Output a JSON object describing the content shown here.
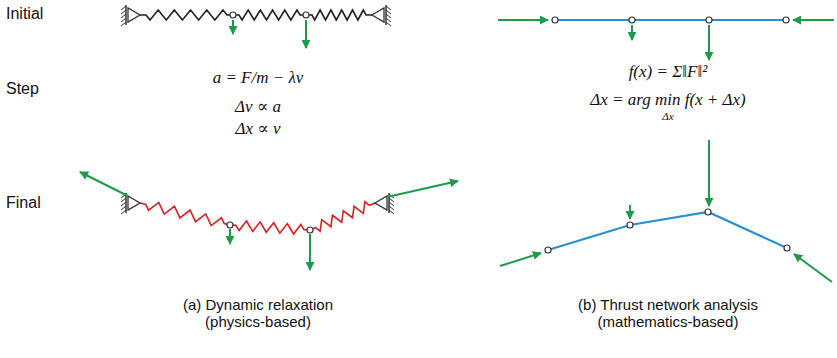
{
  "diagram": {
    "labels": [
      "Initial",
      "Step",
      "Final",
      "a = F/m − λv",
      "Δv ∝ a",
      "Δx ∝ v",
      "f(x) = Σ‖F‖²",
      "Δx = arg min f(x + Δx)",
      "Δx",
      "(a) Dynamic relaxation (physics-based)",
      "(b) Thrust network analysis (mathematics-based)"
    ]
  }
}
